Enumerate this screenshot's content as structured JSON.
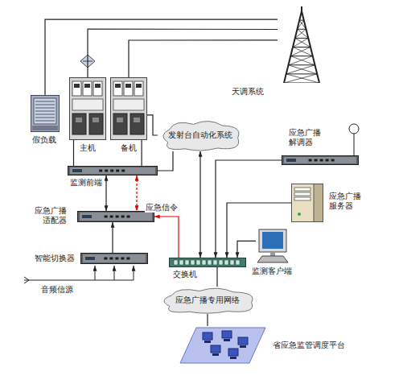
{
  "diagram": {
    "nodes": [
      {
        "text": [
          "天调系统"
        ]
      },
      {
        "text": [
          "假负载"
        ]
      },
      {
        "text": [
          "主机"
        ]
      },
      {
        "text": [
          "备机"
        ]
      },
      {
        "text": [
          "发射台自动化系统"
        ]
      },
      {
        "text": [
          "应急广播 解调器"
        ]
      },
      {
        "text": [
          "监测前端"
        ]
      },
      {
        "text": [
          "应急广播 适配器"
        ]
      },
      {
        "text": [
          "智能切换器"
        ]
      },
      {
        "text": [
          "应急广播 服务器"
        ]
      },
      {
        "text": [
          "交换机"
        ]
      },
      {
        "text": [
          "监测客户端"
        ]
      },
      {
        "text": [
          "应急广播专用网络"
        ]
      },
      {
        "text": [
          "省应急监管调度平台"
        ]
      }
    ],
    "edges": [
      {
        "from": 2,
        "to": 0,
        "arrow": "none"
      },
      {
        "from": 3,
        "to": 0,
        "arrow": "none"
      },
      {
        "from": 1,
        "to": 0,
        "arrow": "none"
      },
      {
        "from": 2,
        "to": 6,
        "arrow": "none"
      },
      {
        "from": 3,
        "to": 6,
        "arrow": "none"
      },
      {
        "from": 3,
        "to": 4,
        "arrow": "none"
      },
      {
        "from": 6,
        "to": 4,
        "arrow": "none"
      },
      {
        "from": 6,
        "to": 7,
        "arrow": "both"
      },
      {
        "from": 6,
        "to": 7,
        "arrow": "both"
      },
      {
        "from": 8,
        "to": 7,
        "arrow": "to"
      },
      {
        "from": 10,
        "to": 7,
        "label": "应急信令",
        "arrow": "to"
      },
      {
        "from": 4,
        "to": 10,
        "arrow": "both"
      },
      {
        "from": 5,
        "to": 10,
        "arrow": "to"
      },
      {
        "from": 9,
        "to": 10,
        "arrow": "to"
      },
      {
        "from": 11,
        "to": 10,
        "arrow": "to"
      },
      {
        "from": 10,
        "to": 12,
        "arrow": "none"
      },
      {
        "from": 12,
        "to": 13,
        "arrow": "none"
      }
    ],
    "labels": [
      "音频信源"
    ]
  }
}
